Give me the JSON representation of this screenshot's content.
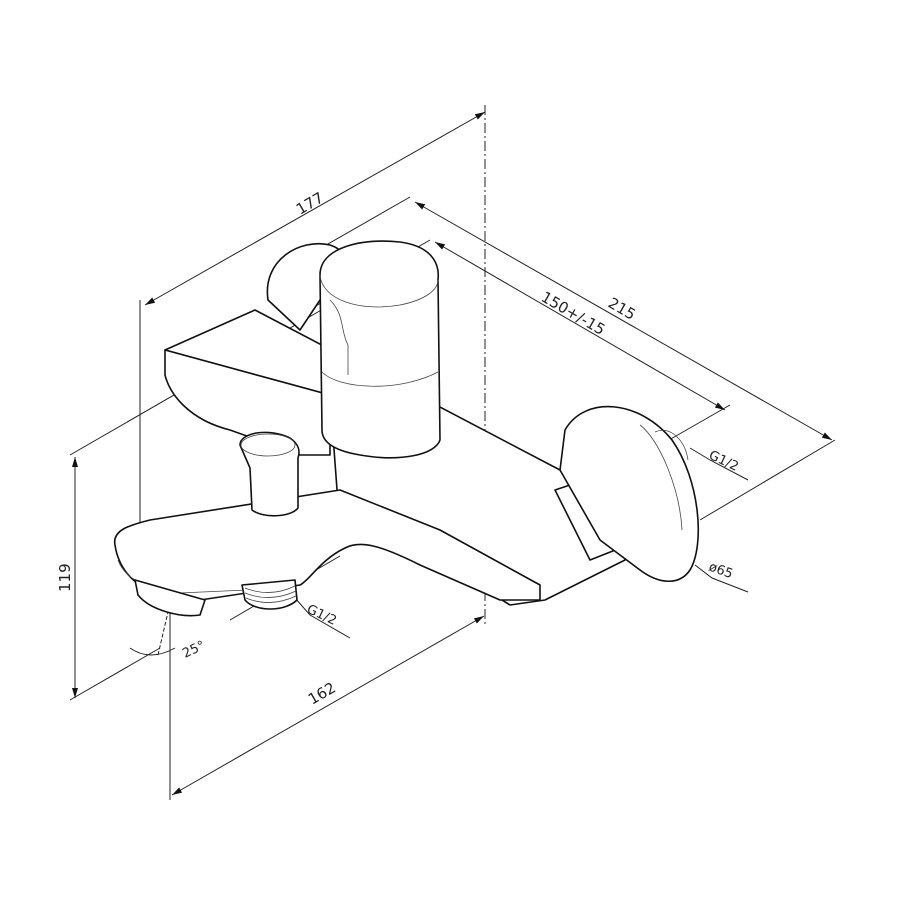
{
  "drawing": {
    "dimensions": {
      "overall_depth": "177",
      "overall_width": "215",
      "center_distance": "150+/-15",
      "inlet_thread": "G1/2",
      "escutcheon_diameter": "ø65",
      "outlet_thread": "G1/2",
      "height": "119",
      "spout_angle": "25°",
      "spout_length": "162"
    },
    "line_color": "#222222",
    "background": "#ffffff"
  }
}
